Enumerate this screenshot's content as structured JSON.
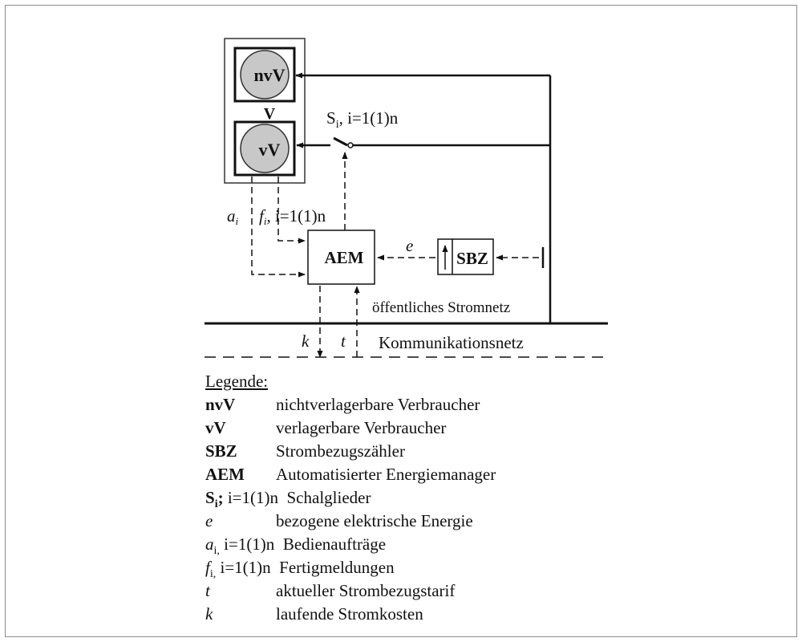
{
  "diagram": {
    "labels": {
      "nvV": "nvV",
      "V": "V",
      "vV": "vV",
      "S": "S",
      "S_sub": "i",
      "switch_range": ", i=1(1)n",
      "a": "a",
      "a_sub": "i",
      "f": "f",
      "f_sub": "i",
      "af_range": ", i=1(1)n",
      "AEM": "AEM",
      "e": "e",
      "SBZ": "SBZ",
      "power_grid": "öffentliches Stromnetz",
      "comm_net": "Kommunikationsnetz",
      "k": "k",
      "t": "t"
    },
    "nodes": [
      {
        "id": "nvV",
        "label": "nvV"
      },
      {
        "id": "vV",
        "label": "vV"
      },
      {
        "id": "switch",
        "label": "Si, i=1(1)n"
      },
      {
        "id": "AEM",
        "label": "AEM"
      },
      {
        "id": "SBZ",
        "label": "SBZ"
      },
      {
        "id": "power_grid",
        "label": "öffentliches Stromnetz"
      },
      {
        "id": "comm_net",
        "label": "Kommunikationsnetz"
      }
    ],
    "edges": [
      {
        "from": "power_grid",
        "to": "nvV",
        "style": "solid"
      },
      {
        "from": "power_grid",
        "to": "switch",
        "style": "solid"
      },
      {
        "from": "switch",
        "to": "vV",
        "style": "solid"
      },
      {
        "from": "vV",
        "to": "AEM",
        "label": "a",
        "style": "dashed"
      },
      {
        "from": "vV",
        "to": "AEM",
        "label": "f",
        "style": "dashed"
      },
      {
        "from": "AEM",
        "to": "switch",
        "style": "dashed"
      },
      {
        "from": "power_grid",
        "to": "SBZ",
        "style": "dashed"
      },
      {
        "from": "SBZ",
        "to": "AEM",
        "label": "e",
        "style": "dashed"
      },
      {
        "from": "AEM",
        "to": "comm_net",
        "label": "k",
        "style": "dashed"
      },
      {
        "from": "comm_net",
        "to": "AEM",
        "label": "t",
        "style": "dashed"
      }
    ]
  },
  "legend": {
    "title": "Legende:",
    "items": [
      {
        "abbr": "nvV",
        "desc": "nichtverlagerbare Verbraucher"
      },
      {
        "abbr": "vV",
        "desc": "verlagerbare Verbraucher"
      },
      {
        "abbr": "SBZ",
        "desc": "Strombezugszähler"
      },
      {
        "abbr": "AEM",
        "desc": "Automatisierter Energiemanager"
      },
      {
        "abbr": "S",
        "sub": "i",
        "suffix": "; ",
        "range": "i=1(1)n",
        "desc": "Schalglieder"
      },
      {
        "abbr": "e",
        "desc": "bezogene elektrische Energie"
      },
      {
        "abbr": "a",
        "sub": "i,",
        "range": "i=1(1)n",
        "desc": "Bedienaufträge"
      },
      {
        "abbr": "f",
        "sub": "i,",
        "range": "i=1(1)n",
        "desc": "Fertigmeldungen"
      },
      {
        "abbr": "t",
        "desc": "aktueller Strombezugstarif"
      },
      {
        "abbr": "k",
        "desc": "laufende Stromkosten"
      }
    ]
  }
}
